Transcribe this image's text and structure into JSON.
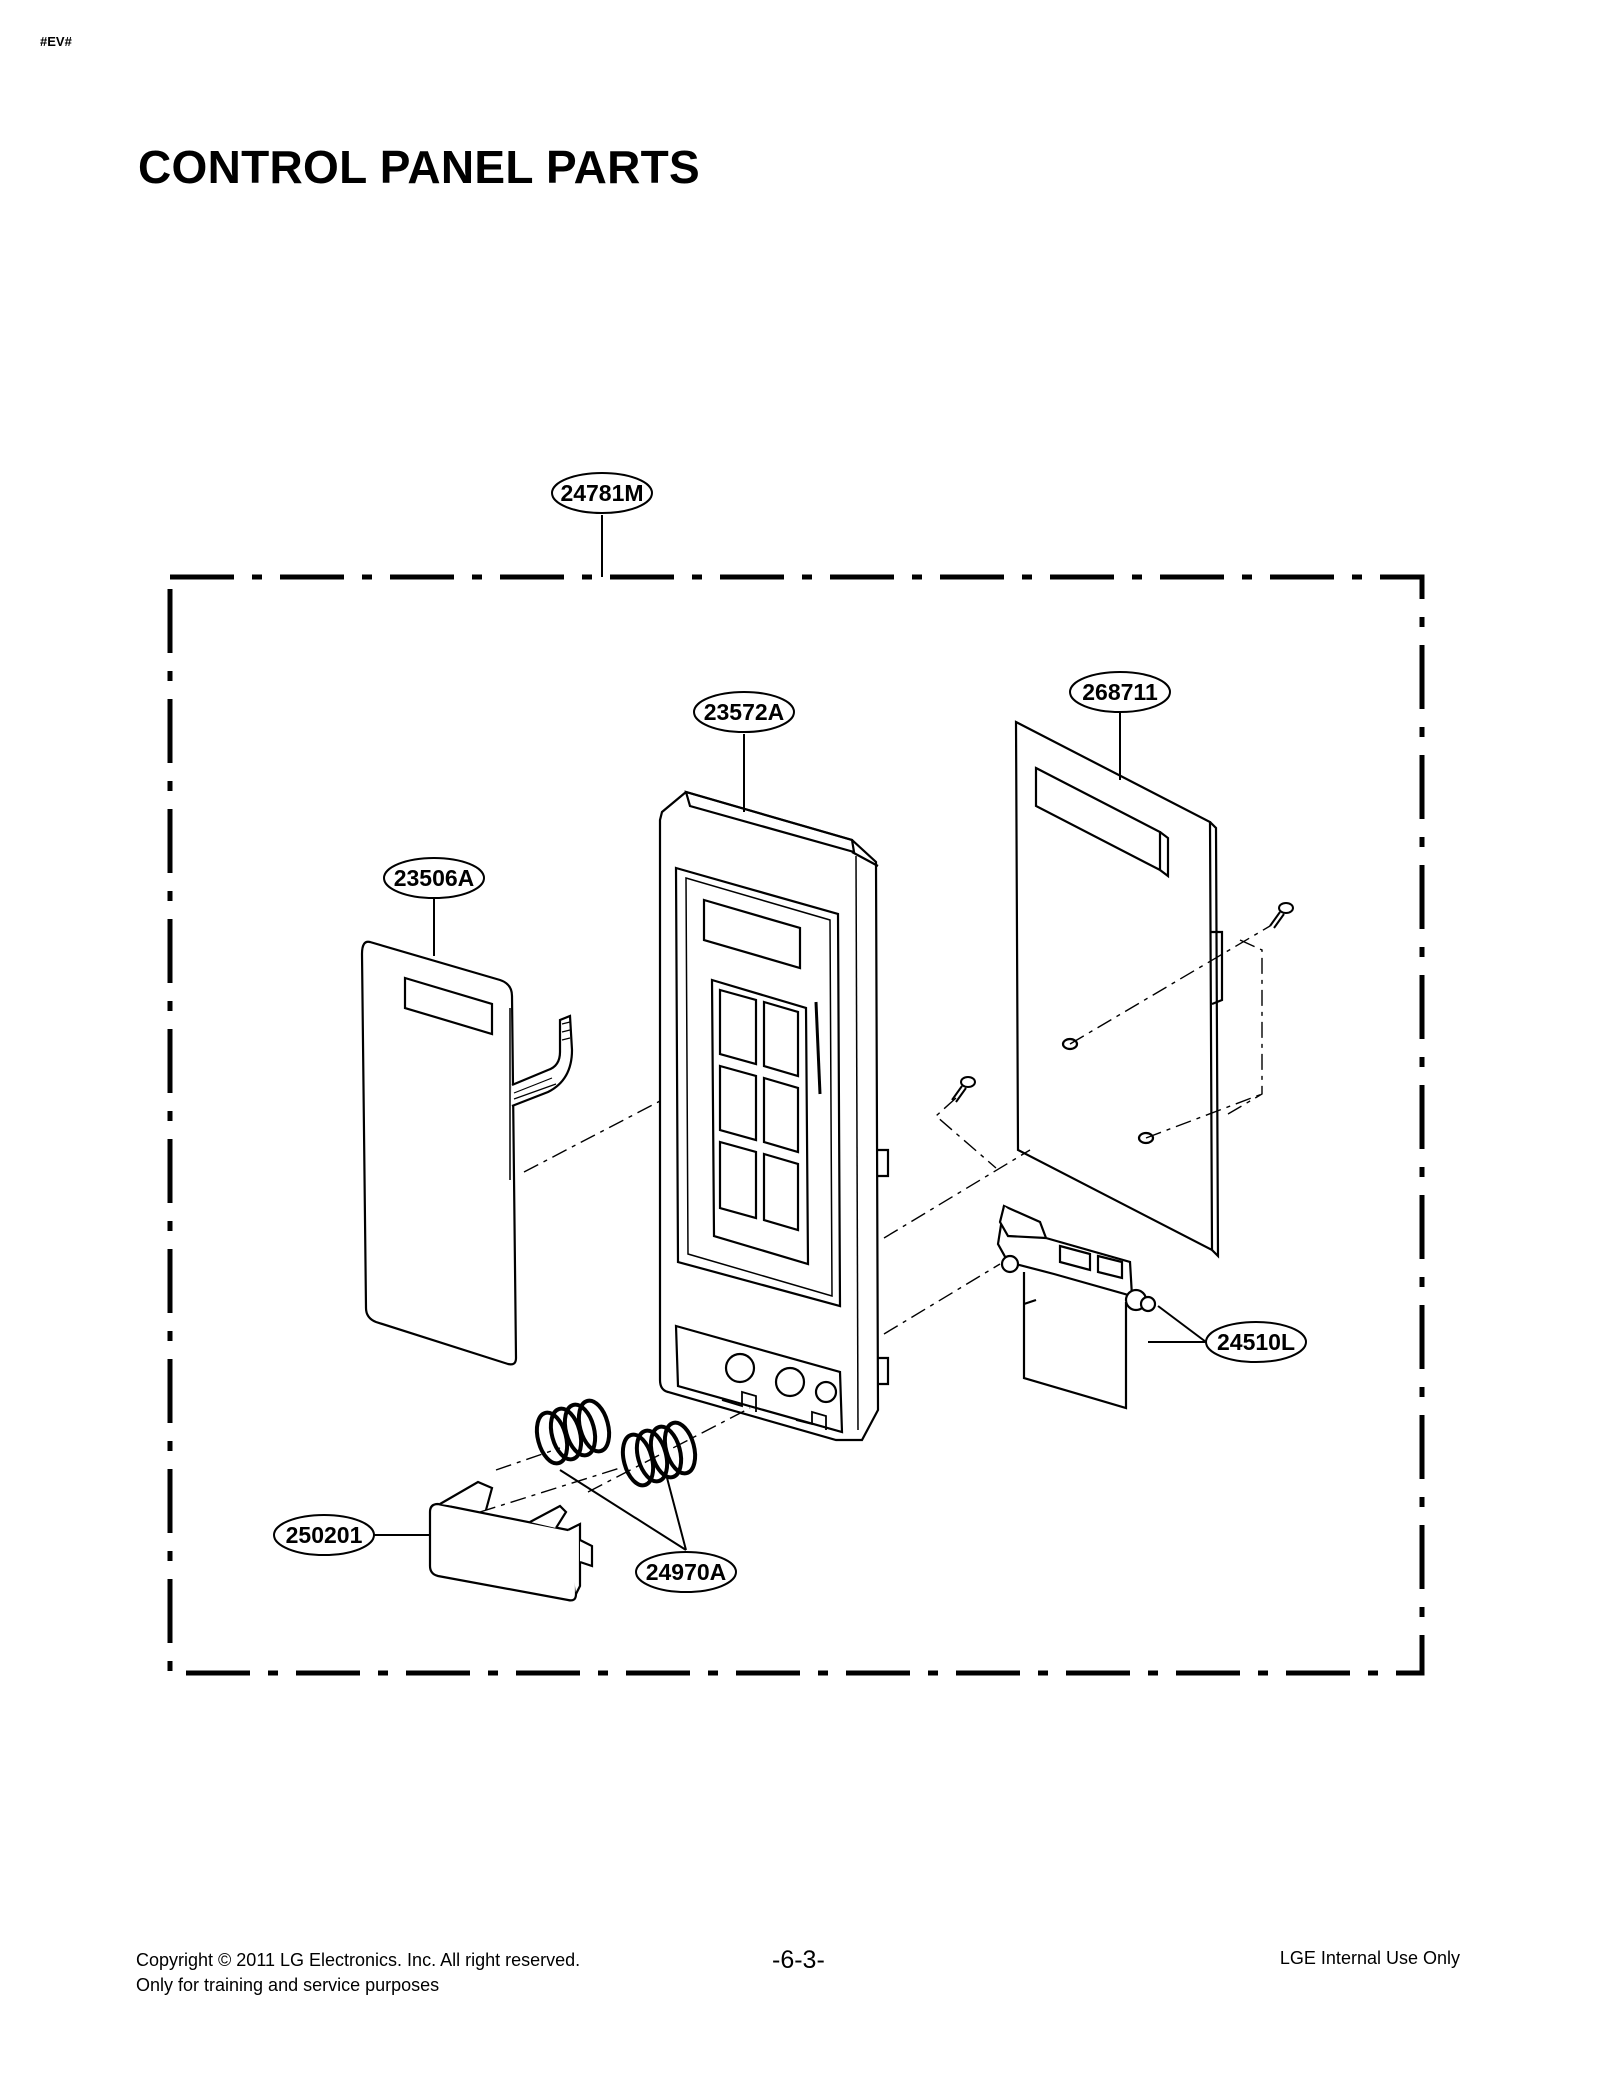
{
  "header": {
    "corner_mark": "#EV#",
    "title": "CONTROL PANEL PARTS"
  },
  "callouts": {
    "assembly": "24781M",
    "frame": "23572A",
    "board": "268711",
    "membrane": "23506A",
    "latch": "24510L",
    "button": "250201",
    "springs": "24970A"
  },
  "footer": {
    "copyright": "Copyright © 2011 LG Electronics. Inc. All right reserved.",
    "purpose": "Only for training and service purposes",
    "page_number": "-6-3-",
    "classification": "LGE Internal Use Only"
  }
}
